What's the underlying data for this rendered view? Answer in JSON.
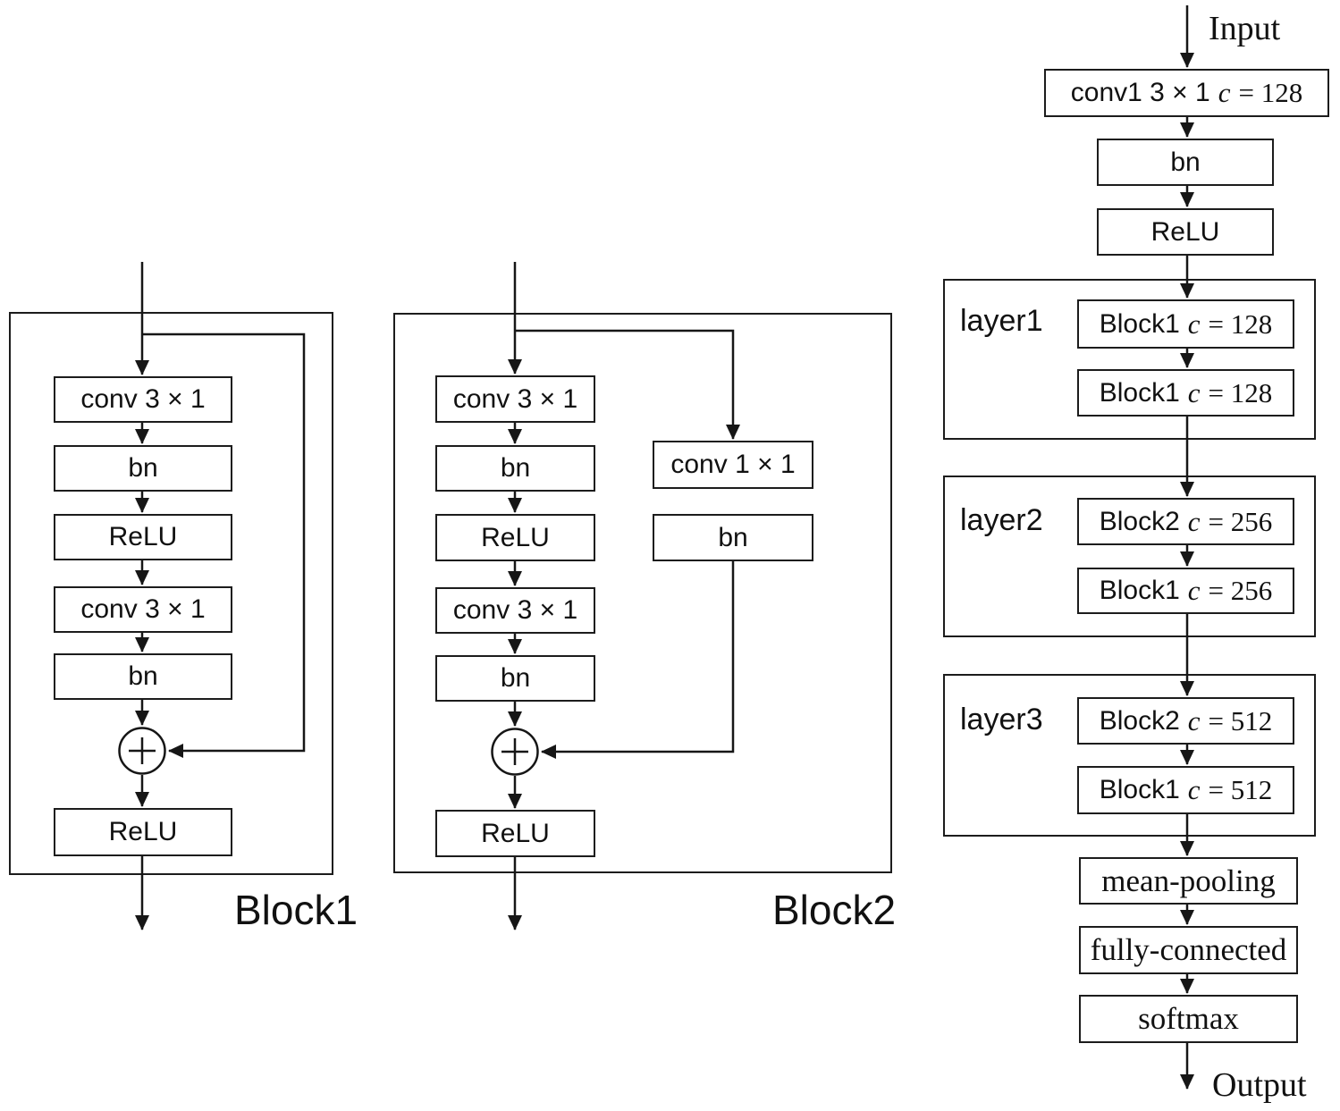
{
  "figure": {
    "background": "#ffffff",
    "line_color": "#161616"
  },
  "icons": {
    "adder": "circled-plus",
    "adder_glyph": "+",
    "arrowhead": "filled-triangle"
  },
  "block1": {
    "caption": "Block1",
    "boxes": {
      "conv1": "conv 3 × 1",
      "bn1": "bn",
      "relu1": "ReLU",
      "conv2": "conv 3 × 1",
      "bn2": "bn",
      "relu2": "ReLU"
    }
  },
  "block2": {
    "caption": "Block2",
    "boxes": {
      "conv1": "conv 3 × 1",
      "bn1": "bn",
      "relu1": "ReLU",
      "conv2": "conv 3 × 1",
      "bn2": "bn",
      "skip_conv": "conv 1 × 1",
      "skip_bn": "bn",
      "relu2": "ReLU"
    }
  },
  "network": {
    "input_label": "Input",
    "output_label": "Output",
    "stem": {
      "conv": {
        "prefix": "conv1 3 × 1",
        "var": "c",
        "value": "= 128"
      },
      "bn": "bn",
      "relu": "ReLU"
    },
    "layers": [
      {
        "label": "layer1",
        "blocks": [
          {
            "prefix": "Block1",
            "var": "c",
            "value": "= 128"
          },
          {
            "prefix": "Block1",
            "var": "c",
            "value": "= 128"
          }
        ]
      },
      {
        "label": "layer2",
        "blocks": [
          {
            "prefix": "Block2",
            "var": "c",
            "value": "= 256"
          },
          {
            "prefix": "Block1",
            "var": "c",
            "value": "= 256"
          }
        ]
      },
      {
        "label": "layer3",
        "blocks": [
          {
            "prefix": "Block2",
            "var": "c",
            "value": "= 512"
          },
          {
            "prefix": "Block1",
            "var": "c",
            "value": "= 512"
          }
        ]
      }
    ],
    "head": {
      "pool": "mean-pooling",
      "fc": "fully-connected",
      "softmax": "softmax"
    }
  }
}
